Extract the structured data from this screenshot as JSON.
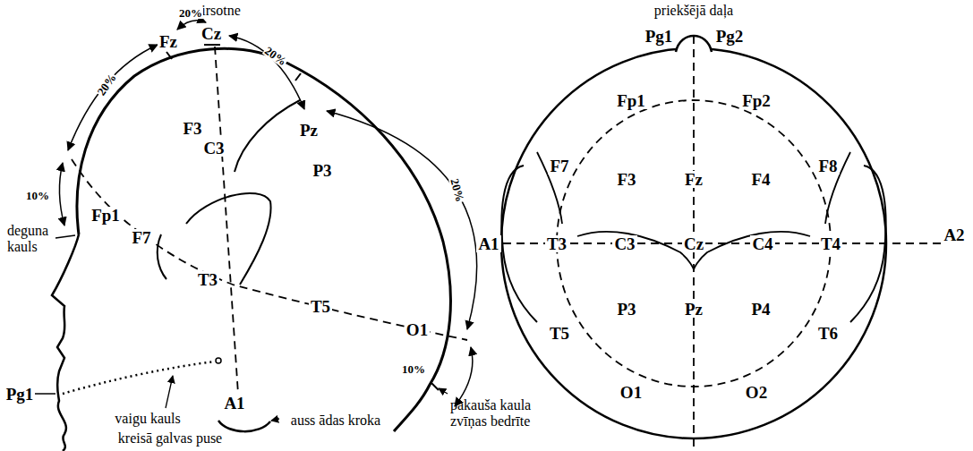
{
  "diagram": {
    "labels": [
      "virsotne",
      "Fz",
      "20%",
      "Cz",
      "20%",
      "20%",
      "F3",
      "C3",
      "Pz",
      "20%",
      "P3",
      "10%",
      "Fp1",
      "F7",
      "T3",
      "T5",
      "O1",
      "10%",
      "deguna kauls",
      "Pg1",
      "vaigu kauls",
      "A1",
      "auss ādas kroka",
      "pakauša kaula zvīņas bedrīte",
      "kreisā galvas puse",
      "priekšējā daļa",
      "Pg1",
      "Pg2",
      "Fp1",
      "Fp2",
      "F7",
      "F3",
      "Fz",
      "F4",
      "F8",
      "A1",
      "T3",
      "C3",
      "Cz",
      "C4",
      "T4",
      "A2",
      "P3",
      "Pz",
      "P4",
      "T5",
      "T6",
      "O1",
      "O2"
    ]
  }
}
